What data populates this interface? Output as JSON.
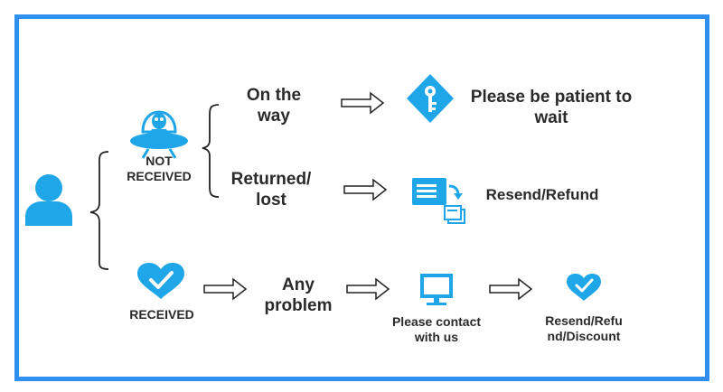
{
  "colors": {
    "accent": "#1ea6e8",
    "frame": "#2f8fef",
    "text": "#2a2a2a"
  },
  "icons": {
    "person": "user-icon",
    "not_received": "ufo-alien-icon",
    "on_the_way": "key-diamond-icon",
    "returned": "resend-document-icon",
    "received": "heart-check-icon",
    "contact": "monitor-icon",
    "final": "heart-check-icon"
  },
  "nodes": {
    "not_received": "NOT\nRECEIVED",
    "on_the_way": "On the\nway",
    "patient": "Please be patient to\nwait",
    "returned_lost": "Returned/\nlost",
    "resend_refund": "Resend/Refund",
    "received": "RECEIVED",
    "any_problem": "Any\nproblem",
    "contact_us": "Please contact\nwith us",
    "resend_refund_discount": "Resend/Refu\nnd/Discount"
  }
}
